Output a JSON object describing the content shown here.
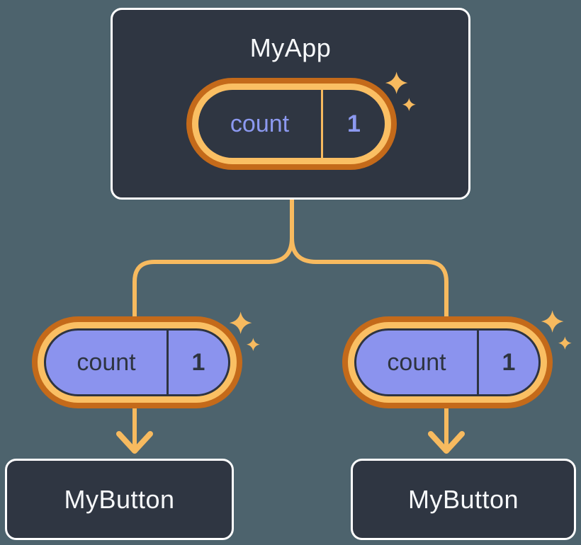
{
  "nodes": {
    "root": {
      "title": "MyApp",
      "pill": {
        "label": "count",
        "value": "1"
      }
    },
    "children": [
      {
        "title": "MyButton",
        "pill": {
          "label": "count",
          "value": "1"
        }
      },
      {
        "title": "MyButton",
        "pill": {
          "label": "count",
          "value": "1"
        }
      }
    ]
  },
  "colors": {
    "background": "#4d636d",
    "node_background": "#2f3642",
    "node_border": "#ffffff",
    "node_text": "#f7f9fb",
    "pill_ring_outer": "#c46a1a",
    "pill_ring_inner": "#fabf63",
    "connector": "#f7ba5f",
    "state_text": "#8c99f0",
    "prop_fill": "#8b93ee",
    "prop_outline": "#2e3440"
  }
}
